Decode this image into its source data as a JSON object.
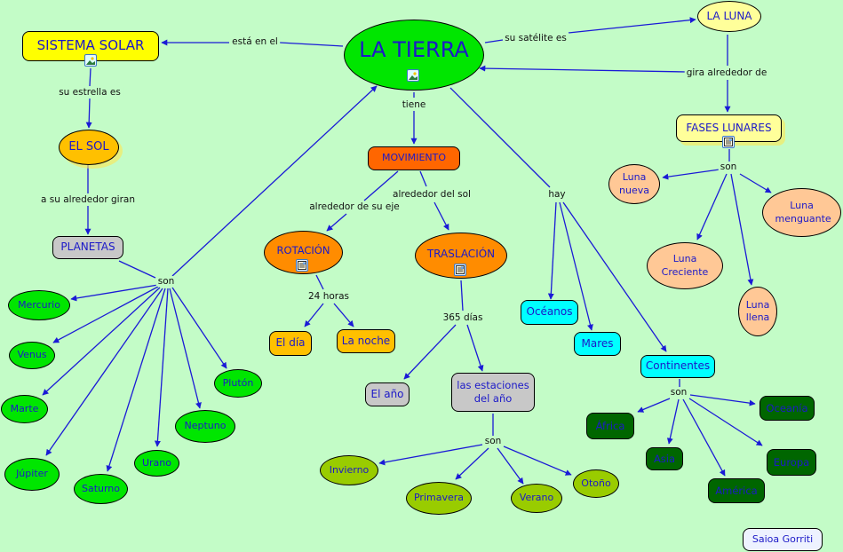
{
  "colors": {
    "background": "#c3fcc7",
    "link": "#1a1ad6",
    "text": "#1c19c8",
    "yellow": "#ffff00",
    "gold": "#ffc000",
    "green": "#00e600",
    "orange": "#ff8c00",
    "dark_orange": "#ff6600",
    "gray": "#c8c8c8",
    "peach": "#ffc896",
    "cyan": "#00ffff",
    "light_yellow": "#ffff9a",
    "olive": "#99cc00",
    "dark_green": "#006600",
    "author_bg": "#eef2ff"
  },
  "concepts": {
    "tierra": "LA TIERRA",
    "sistema_solar": "SISTEMA SOLAR",
    "sol": "EL SOL",
    "planetas": "PLANETAS",
    "mercurio": "Mercurio",
    "venus": "Venus",
    "marte": "Marte",
    "jupiter": "Júpiter",
    "saturno": "Saturno",
    "urano": "Urano",
    "neptuno": "Neptuno",
    "pluton": "Plutón",
    "luna": "LA LUNA",
    "fases": "FASES LUNARES",
    "luna_nueva": "Luna nueva",
    "luna_menguante": "Luna menguante",
    "luna_creciente": "Luna Creciente",
    "luna_llena": "Luna llena",
    "movimiento": "MOVIMIENTO",
    "rotacion": "ROTACIÓN",
    "traslacion": "TRASLACIÓN",
    "el_dia": "El día",
    "la_noche": "La noche",
    "el_ano": "El año",
    "estaciones": "las estaciones del año",
    "invierno": "Invierno",
    "primavera": "Primavera",
    "verano": "Verano",
    "otono": "Otoño",
    "oceanos": "Océanos",
    "mares": "Mares",
    "continentes": "Continentes",
    "africa": "África",
    "asia": "Asia",
    "america": "América",
    "europa": "Europa",
    "oceania": "Oceanía",
    "author": "Saioa Gorriti"
  },
  "linking_phrases": {
    "esta_en_el": "está en el",
    "su_estrella_es": "su estrella es",
    "a_su_alrededor_giran": "a su alrededor giran",
    "son_planetas": "son",
    "su_satelite_es": "su satélite es",
    "gira_alrededor_de": "gira alrededor de",
    "son_fases": "son",
    "tiene": "tiene",
    "alrededor_de_su_eje": "alrededor de su eje",
    "alrededor_del_sol": "alrededor del sol",
    "horas_24": "24 horas",
    "dias_365": "365 días",
    "son_estaciones": "son",
    "hay": "hay",
    "son_continentes": "son"
  },
  "resource_icons": {
    "sistema_solar": "image-icon",
    "tierra": "image-icon",
    "fases": "document-icon",
    "rotacion": "document-icon",
    "traslacion": "document-icon"
  }
}
